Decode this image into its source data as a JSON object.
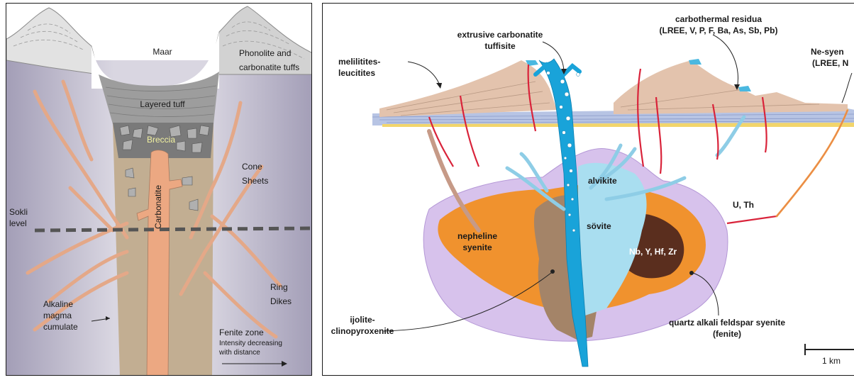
{
  "left": {
    "labels": {
      "maar": "Maar",
      "phonolite_1": "Phonolite and",
      "phonolite_2": "carbonatite tuffs",
      "layered_tuff": "Layered tuff",
      "breccia": "Breccia",
      "cone_1": "Cone",
      "cone_2": "Sheets",
      "sokli_1": "Sokli",
      "sokli_2": "level",
      "carbonatite": "Carbonatite",
      "ring_1": "Ring",
      "ring_2": "Dikes",
      "alk_1": "Alkaline",
      "alk_2": "magma",
      "alk_3": "cumulate",
      "fenite_1": "Fenite zone",
      "fenite_2": "Intensity decreasing",
      "fenite_3": "with distance"
    },
    "colors": {
      "host": "#a8a3b8",
      "pipe": "#c2ae92",
      "dike": "#e8a584",
      "cone": "#dcdcdc",
      "tuff": "#9a9a9a",
      "breccia": "#6a6a6a"
    }
  },
  "right": {
    "labels": {
      "extrusive_1": "extrusive carbonatite",
      "extrusive_2": "tuffisite",
      "carbothermal_1": "carbothermal residua",
      "carbothermal_2": "(LREE, V, P, F, Ba, As, Sb, Pb)",
      "ne_syen_1": "Ne-syen",
      "ne_syen_2": "(LREE, N",
      "melilitites_1": "melilitites-",
      "melilitites_2": "leucitites",
      "alvikite": "alvikite",
      "sovite": "sövite",
      "nepheline_1": "nepheline",
      "nepheline_2": "syenite",
      "nb": "Nb, Y, Hf, Zr",
      "uth": "U, Th",
      "ijolite_1": "ijolite-",
      "ijolite_2": "clinopyroxenite",
      "quartz_1": "quartz alkali feldspar syenite",
      "quartz_2": "(fenite)",
      "scale": "1 km"
    },
    "colors": {
      "fenite": "#d7c2ec",
      "syenite": "#f0922e",
      "ijolite": "#a48468",
      "sovite": "#a9def0",
      "conduit": "#19a3d9",
      "nb_zone": "#5a2e1e",
      "dike_red": "#d9233a",
      "volcano": "#e3c3ad"
    }
  }
}
